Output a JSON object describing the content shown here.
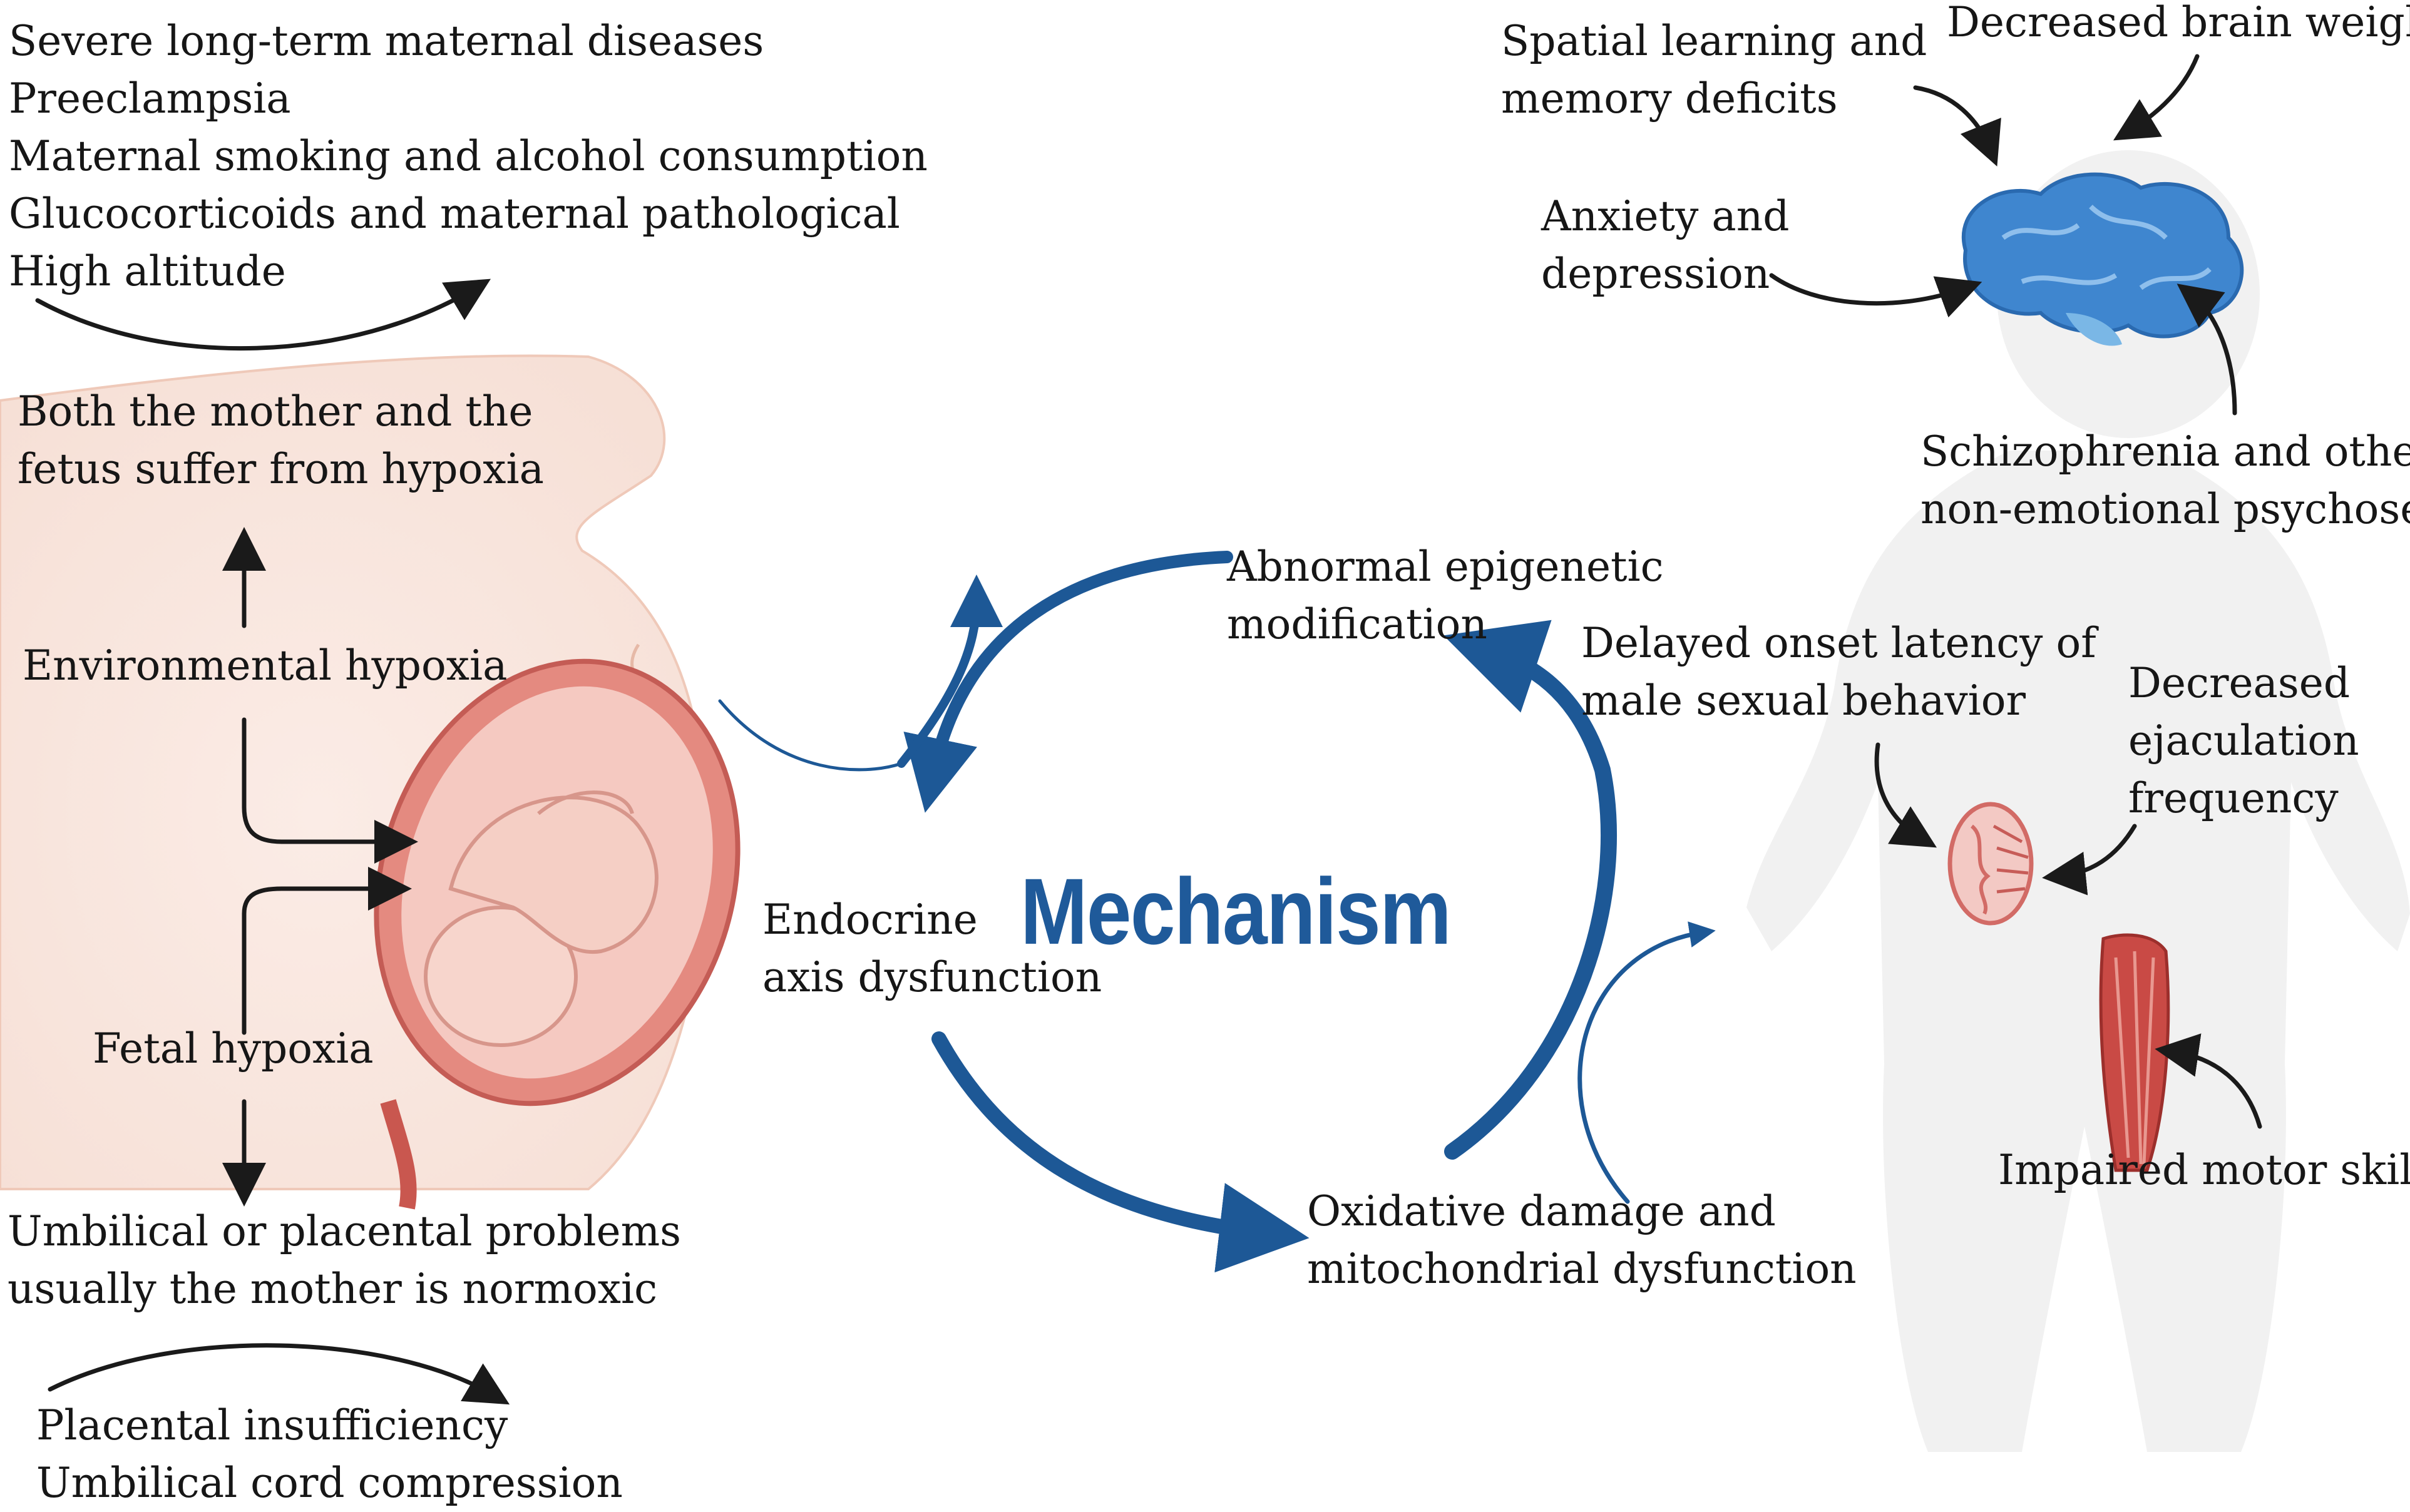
{
  "maternal_causes": {
    "items": [
      "Severe long-term maternal diseases",
      "Preeclampsia",
      "Maternal smoking and alcohol consumption",
      "Glucocorticoids and maternal pathological",
      "High altitude"
    ]
  },
  "both_hypoxia": {
    "line1": "Both the mother and the",
    "line2": "fetus suffer from hypoxia"
  },
  "environmental_hypoxia": "Environmental hypoxia",
  "fetal_hypoxia": "Fetal hypoxia",
  "umbilical_problems": {
    "line1": "Umbilical or placental problems",
    "line2": "usually the mother is normoxic"
  },
  "placental_causes": {
    "line1": "Placental insufficiency",
    "line2": "Umbilical cord compression"
  },
  "mechanism": {
    "title": "Mechanism",
    "epigenetic": {
      "line1": "Abnormal epigenetic",
      "line2": "modification"
    },
    "endocrine": {
      "line1": "Endocrine",
      "line2": "axis dysfunction"
    },
    "oxidative": {
      "line1": "Oxidative damage and",
      "line2": "mitochondrial dysfunction"
    }
  },
  "outcomes": {
    "spatial": {
      "line1": "Spatial learning and",
      "line2": "memory deficits"
    },
    "brain_weight": "Decreased brain weight",
    "anxiety": {
      "line1": "Anxiety and",
      "line2": "depression"
    },
    "schizophrenia": {
      "line1": "Schizophrenia and other",
      "line2": "non-emotional psychoses"
    },
    "sexual": {
      "line1": "Delayed onset latency of",
      "line2": "male sexual behavior"
    },
    "ejaculation": {
      "line1": "Decreased",
      "line2": "ejaculation",
      "line3": "frequency"
    },
    "motor": "Impaired motor skills"
  },
  "colors": {
    "mechanism_blue": "#1f5a9a",
    "arrow_blue": "#1d5896",
    "skin": "#f8e6de",
    "uterus": "#d9736b",
    "brain": "#3f86cf",
    "child_body": "#f1f1f1"
  }
}
